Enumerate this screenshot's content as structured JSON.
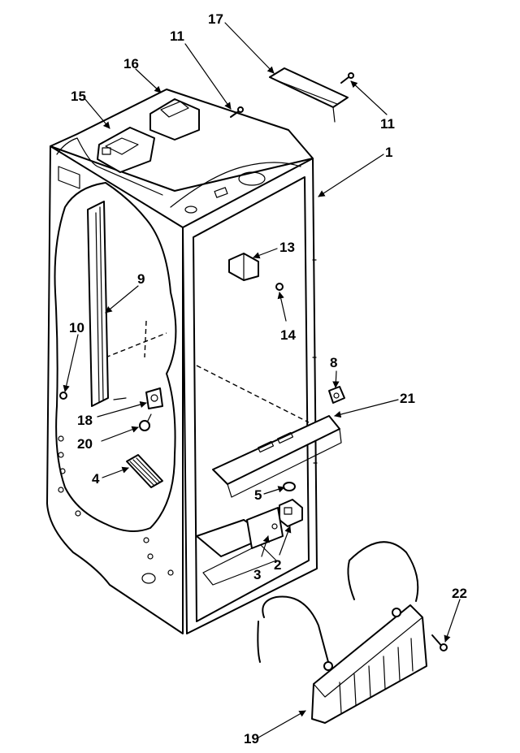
{
  "callouts": {
    "n1": "1",
    "n2": "2",
    "n3": "3",
    "n4": "4",
    "n5": "5",
    "n8": "8",
    "n9": "9",
    "n10": "10",
    "n11a": "11",
    "n11b": "11",
    "n13": "13",
    "n14": "14",
    "n15": "15",
    "n16": "16",
    "n17": "17",
    "n18": "18",
    "n19": "19",
    "n20": "20",
    "n21": "21",
    "n22": "22"
  }
}
